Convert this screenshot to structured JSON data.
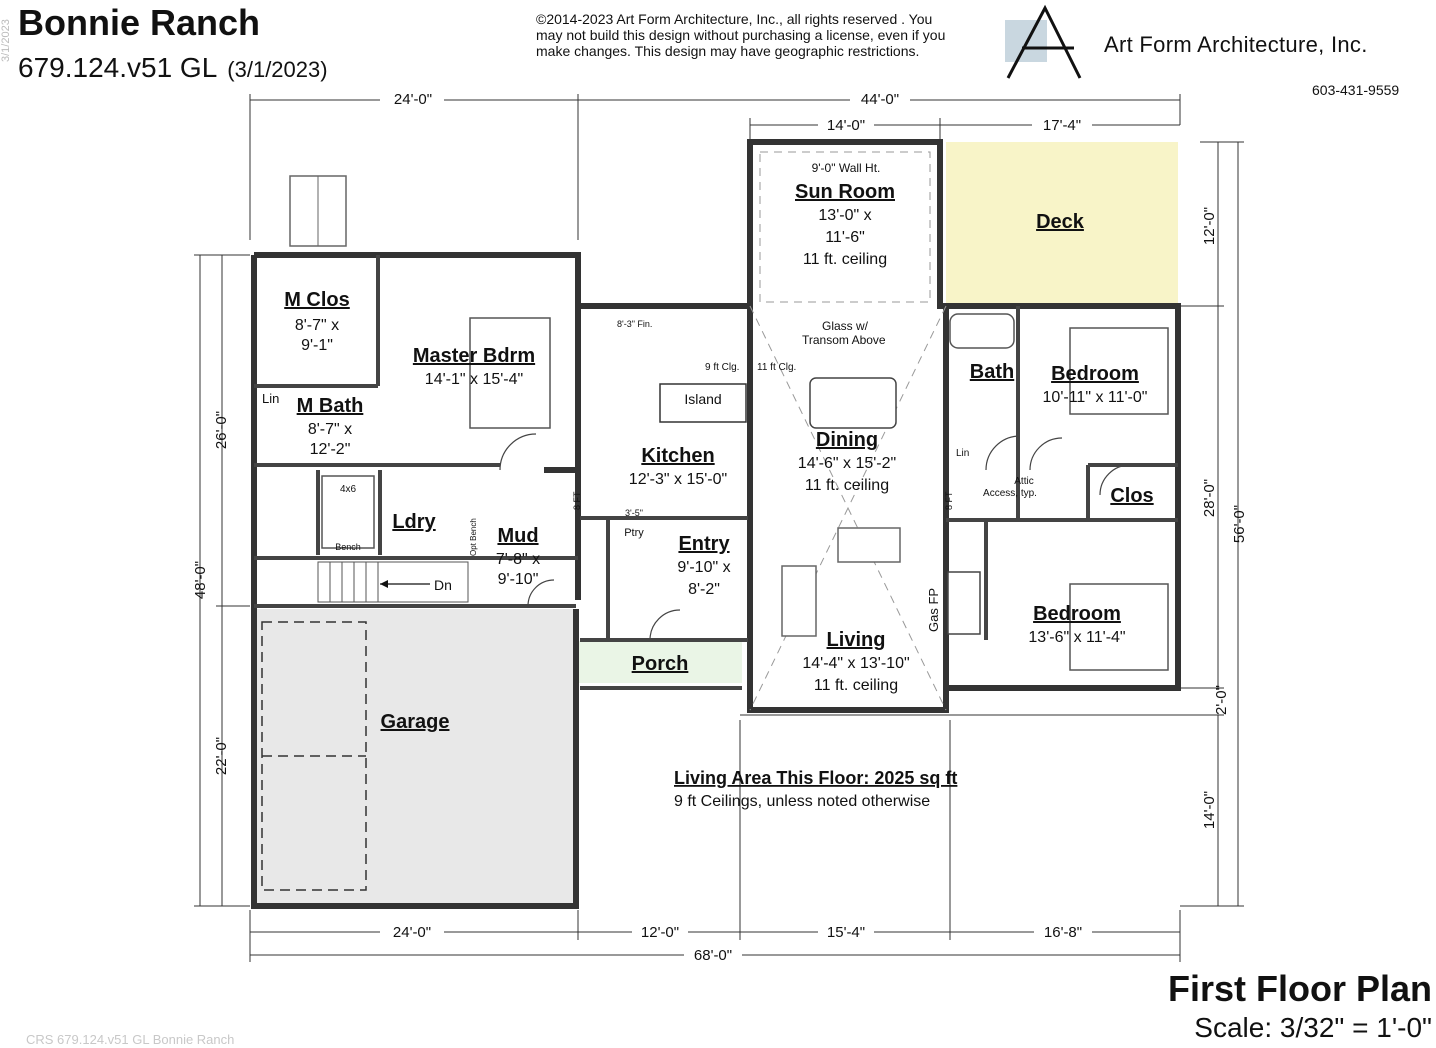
{
  "header": {
    "title": "Bonnie Ranch",
    "plan_number": "679.124.v51 GL",
    "date": "(3/1/2023)",
    "side_date": "3/1/2023",
    "copyright_lines": [
      "©2014-2023 Art Form Architecture, Inc., all rights reserved . You",
      "may not build this design without purchasing a license, even if you",
      "make changes. This design may have geographic restrictions."
    ],
    "firm_name": "Art Form Architecture, Inc.",
    "phone": "603-431-9559",
    "logo_icon": "triangle-a-logo-icon"
  },
  "sheet": {
    "title": "First Floor Plan",
    "scale": "Scale: 3/32\" = 1'-0\"",
    "footer": "CRS 679.124.v51 GL Bonnie Ranch"
  },
  "rooms": {
    "m_clos": {
      "name": "M Clos",
      "dims": [
        "8'-7\" x",
        "9'-1\""
      ]
    },
    "master_bdrm": {
      "name": "Master Bdrm",
      "dims": [
        "14'-1\" x 15'-4\""
      ]
    },
    "m_bath": {
      "name": "M Bath",
      "dims": [
        "8'-7\" x",
        "12'-2\""
      ]
    },
    "ldry": {
      "name": "Ldry"
    },
    "mud": {
      "name": "Mud",
      "dims": [
        "7'-8\" x",
        "9'-10\""
      ]
    },
    "sun_room": {
      "name": "Sun Room",
      "dims": [
        "13'-0\" x",
        "11'-6\"",
        "11 ft. ceiling"
      ]
    },
    "deck": {
      "name": "Deck"
    },
    "kitchen": {
      "name": "Kitchen",
      "dims": [
        "12'-3\" x 15'-0\""
      ]
    },
    "dining": {
      "name": "Dining",
      "dims": [
        "14'-6\" x 15'-2\"",
        "11 ft. ceiling"
      ]
    },
    "bath": {
      "name": "Bath"
    },
    "bedroom1": {
      "name": "Bedroom",
      "dims": [
        "10'-11\" x 11'-0\""
      ]
    },
    "clos": {
      "name": "Clos"
    },
    "entry": {
      "name": "Entry",
      "dims": [
        "9'-10\" x",
        "8'-2\""
      ]
    },
    "living": {
      "name": "Living",
      "dims": [
        "14'-4\" x 13'-10\"",
        "11 ft. ceiling"
      ]
    },
    "bedroom2": {
      "name": "Bedroom",
      "dims": [
        "13'-6\" x 11'-4\""
      ]
    },
    "porch": {
      "name": "Porch"
    },
    "garage": {
      "name": "Garage"
    }
  },
  "notes": {
    "wall_ht": "9'-0\" Wall Ht.",
    "glass_transom": [
      "Glass w/",
      "Transom Above"
    ],
    "island": "Island",
    "fin": "8'-3\" Fin.",
    "clg_9": "9 ft Clg.",
    "clg_11": "11 ft Clg.",
    "lin1": "Lin",
    "lin2": "Lin",
    "shower": "4x6",
    "bench": "Bench",
    "opt_bench": "Opt Bench",
    "dn": "Dn",
    "ptry": "Ptry",
    "ptry_dim": "3'-5\"",
    "attic": [
      "Attic",
      "Access, typ."
    ],
    "gas_fp": "Gas FP",
    "eight_ft_1": "8 FT",
    "eight_ft_2": "8 FT",
    "living_area": "Living Area This Floor: 2025 sq ft",
    "ceilings": "9 ft Ceilings, unless noted otherwise"
  },
  "dimensions": {
    "top_left": "24'-0\"",
    "top_total": "44'-0\"",
    "top_sun": "14'-0\"",
    "top_deck": "17'-4\"",
    "bottom_garage": "24'-0\"",
    "bottom_a": "12'-0\"",
    "bottom_b": "15'-4\"",
    "bottom_c": "16'-8\"",
    "bottom_total": "68'-0\"",
    "left_upper": "26'-0\"",
    "left_total": "48'-0\"",
    "left_lower": "22'-0\"",
    "right_deck": "12'-0\"",
    "right_house": "28'-0\"",
    "right_total": "56'-0\"",
    "right_porch": "2'-0\"",
    "right_lower": "14'-0\""
  }
}
